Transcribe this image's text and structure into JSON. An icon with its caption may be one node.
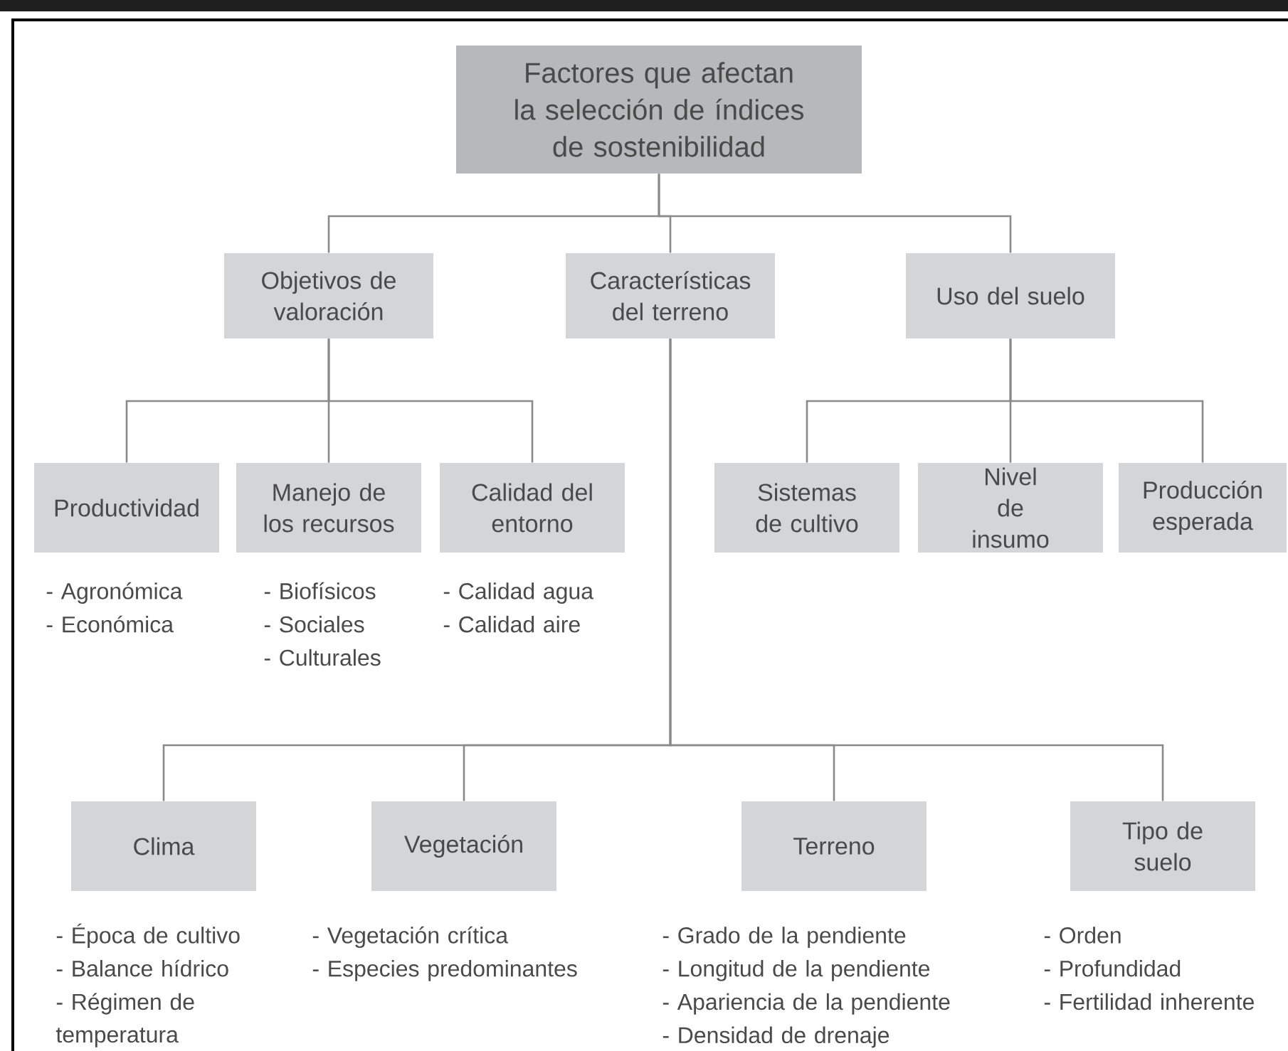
{
  "diagram": {
    "nodes": [
      {
        "text": [
          "Factores que afectan la selección de índices de sostenibilidad"
        ]
      },
      {
        "text": [
          "Objetivos de valoración"
        ]
      },
      {
        "text": [
          "Características del terreno"
        ]
      },
      {
        "text": [
          "Uso del suelo"
        ]
      },
      {
        "text": [
          "Productividad"
        ],
        "beside": [
          "- Agronómica",
          "- Económica"
        ]
      },
      {
        "text": [
          "Manejo de los recursos"
        ],
        "beside": [
          "- Biofísicos",
          "- Sociales",
          "- Culturales"
        ]
      },
      {
        "text": [
          "Calidad del entorno"
        ],
        "beside": [
          "- Calidad agua",
          "- Calidad aire"
        ]
      },
      {
        "text": [
          "Sistemas de cultivo"
        ]
      },
      {
        "text": [
          "Nivel de insumo"
        ]
      },
      {
        "text": [
          "Producción esperada"
        ]
      },
      {
        "text": [
          "Clima"
        ],
        "beside": [
          "- Época de cultivo",
          "- Balance hídrico",
          "- Régimen de temperatura"
        ]
      },
      {
        "text": [
          "Vegetación"
        ],
        "beside": [
          "- Vegetación crítica",
          "- Especies predominantes"
        ]
      },
      {
        "text": [
          "Terreno"
        ],
        "beside": [
          "- Grado de la pendiente",
          "- Longitud de la pendiente",
          "- Apariencia de la pendiente",
          "- Densidad de drenaje"
        ]
      },
      {
        "text": [
          "Tipo de suelo"
        ],
        "beside": [
          "- Orden",
          "- Profundidad",
          "- Fertilidad inherente"
        ]
      }
    ],
    "edges": [
      {
        "from": 0,
        "to": 1,
        "arrow": "none"
      },
      {
        "from": 0,
        "to": 2,
        "arrow": "none"
      },
      {
        "from": 0,
        "to": 3,
        "arrow": "none"
      },
      {
        "from": 1,
        "to": 4,
        "arrow": "none"
      },
      {
        "from": 1,
        "to": 5,
        "arrow": "none"
      },
      {
        "from": 1,
        "to": 6,
        "arrow": "none"
      },
      {
        "from": 3,
        "to": 7,
        "arrow": "none"
      },
      {
        "from": 3,
        "to": 8,
        "arrow": "none"
      },
      {
        "from": 3,
        "to": 9,
        "arrow": "none"
      },
      {
        "from": 2,
        "to": 10,
        "arrow": "none"
      },
      {
        "from": 2,
        "to": 11,
        "arrow": "none"
      },
      {
        "from": 2,
        "to": 12,
        "arrow": "none"
      },
      {
        "from": 2,
        "to": 13,
        "arrow": "none"
      }
    ]
  }
}
